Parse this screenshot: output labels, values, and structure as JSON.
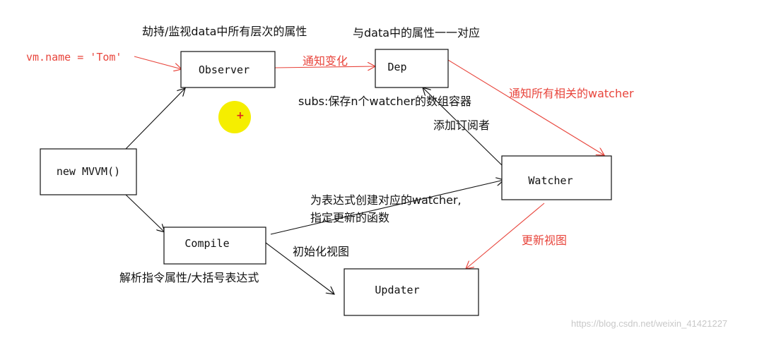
{
  "diagram": {
    "nodes": {
      "observer": {
        "label": "Observer"
      },
      "dep": {
        "label": "Dep"
      },
      "mvvm": {
        "label": "new MVVM()"
      },
      "watcher": {
        "label": "Watcher"
      },
      "compile": {
        "label": "Compile"
      },
      "updater": {
        "label": "Updater"
      }
    },
    "annotations": {
      "vm_name": "vm.name = 'Tom'",
      "hijack": "劫持/监视data中所有层次的属性",
      "dep_map": "与data中的属性一一对应",
      "notify_change": "通知变化",
      "subs": "subs:保存n个watcher的数组容器",
      "notify_watchers": "通知所有相关的watcher",
      "add_subscriber": "添加订阅者",
      "create_watcher_line1": "为表达式创建对应的watcher,",
      "create_watcher_line2": "指定更新的函数",
      "init_view": "初始化视图",
      "update_view": "更新视图",
      "parse_directives": "解析指令属性/大括号表达式"
    },
    "colors": {
      "line": "#111111",
      "accent": "#e8453c"
    }
  },
  "watermark": "https://blog.csdn.net/weixin_41421227"
}
